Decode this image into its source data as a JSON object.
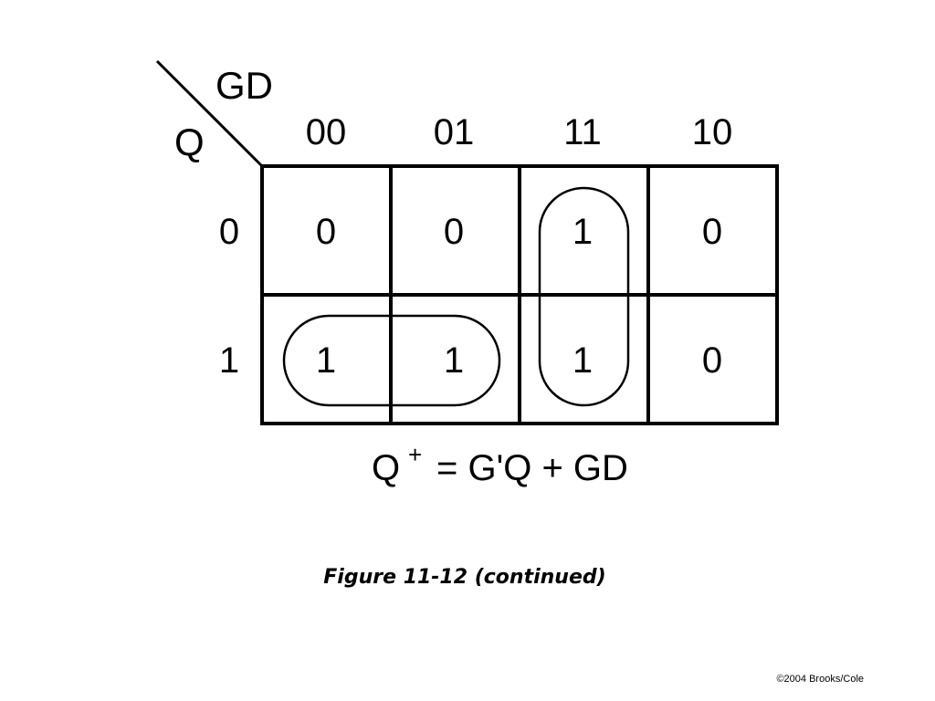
{
  "kmap": {
    "row_variable": "Q",
    "column_variable": "GD",
    "column_headers": [
      "00",
      "01",
      "11",
      "10"
    ],
    "row_headers": [
      "0",
      "1"
    ],
    "cells": [
      [
        "0",
        "0",
        "1",
        "0"
      ],
      [
        "1",
        "1",
        "1",
        "0"
      ]
    ],
    "groupings": [
      {
        "cells": [
          [
            1,
            0
          ],
          [
            1,
            1
          ]
        ],
        "orientation": "horizontal"
      },
      {
        "cells": [
          [
            0,
            2
          ],
          [
            1,
            2
          ]
        ],
        "orientation": "vertical"
      }
    ]
  },
  "equation": {
    "lhs": "Q",
    "superscript": "+",
    "rhs": "= G'Q + GD"
  },
  "caption": "Figure 11-12 (continued)",
  "copyright": "©2004 Brooks/Cole"
}
